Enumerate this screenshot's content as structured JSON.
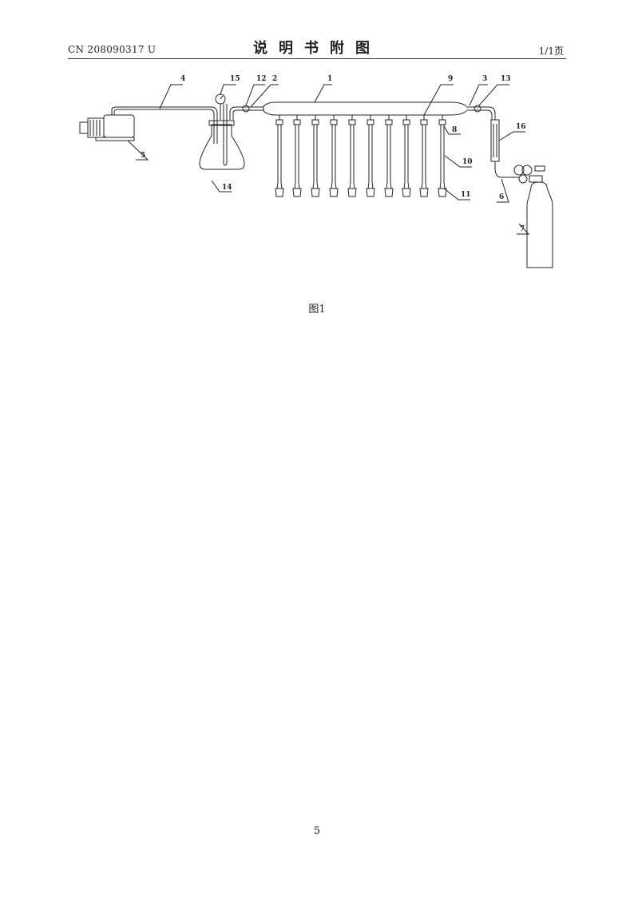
{
  "header": {
    "doc_number": "CN 208090317 U",
    "section_title": "说明书附图",
    "page_of": "1/1页"
  },
  "figure": {
    "caption": "图1",
    "callouts": [
      "1",
      "2",
      "3",
      "4",
      "5",
      "6",
      "7",
      "8",
      "9",
      "10",
      "11",
      "12",
      "13",
      "14",
      "15",
      "16"
    ],
    "branch_tube_count": 10
  },
  "footer": {
    "page_number": "5"
  }
}
